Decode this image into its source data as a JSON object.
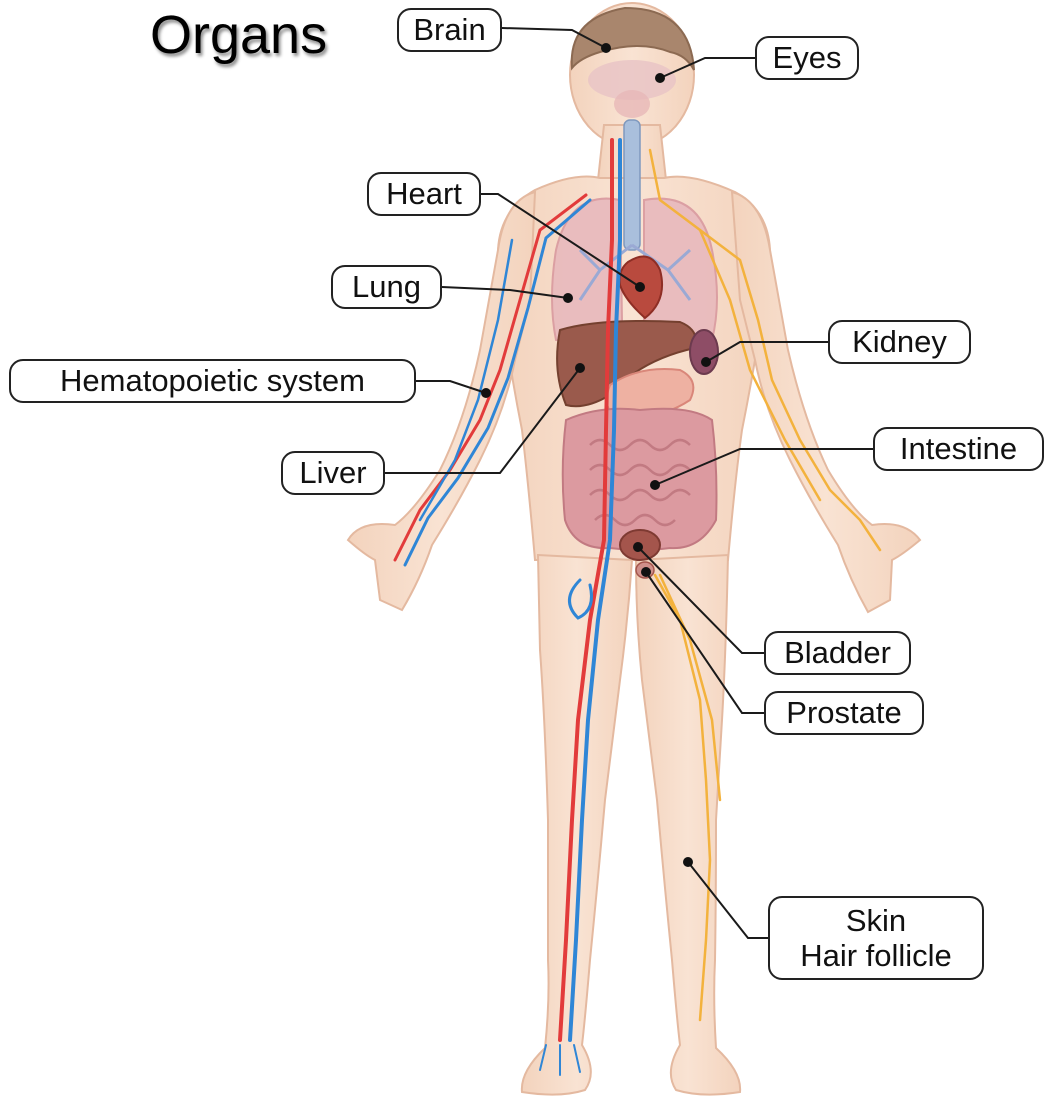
{
  "title": "Organs",
  "labels": {
    "brain": "Brain",
    "eyes": "Eyes",
    "heart": "Heart",
    "lung": "Lung",
    "kidney": "Kidney",
    "hematopoietic": "Hematopoietic system",
    "liver": "Liver",
    "intestine": "Intestine",
    "bladder": "Bladder",
    "prostate": "Prostate",
    "skin": "Skin",
    "hair_follicle": "Hair follicle"
  },
  "colors": {
    "skin": "#f6dcc8",
    "artery": "#e23b3b",
    "vein": "#2f86d6",
    "nerve": "#f3b23d",
    "organ": "#d99aa0",
    "liver": "#9a5a4c",
    "hair": "#9b7b62"
  }
}
